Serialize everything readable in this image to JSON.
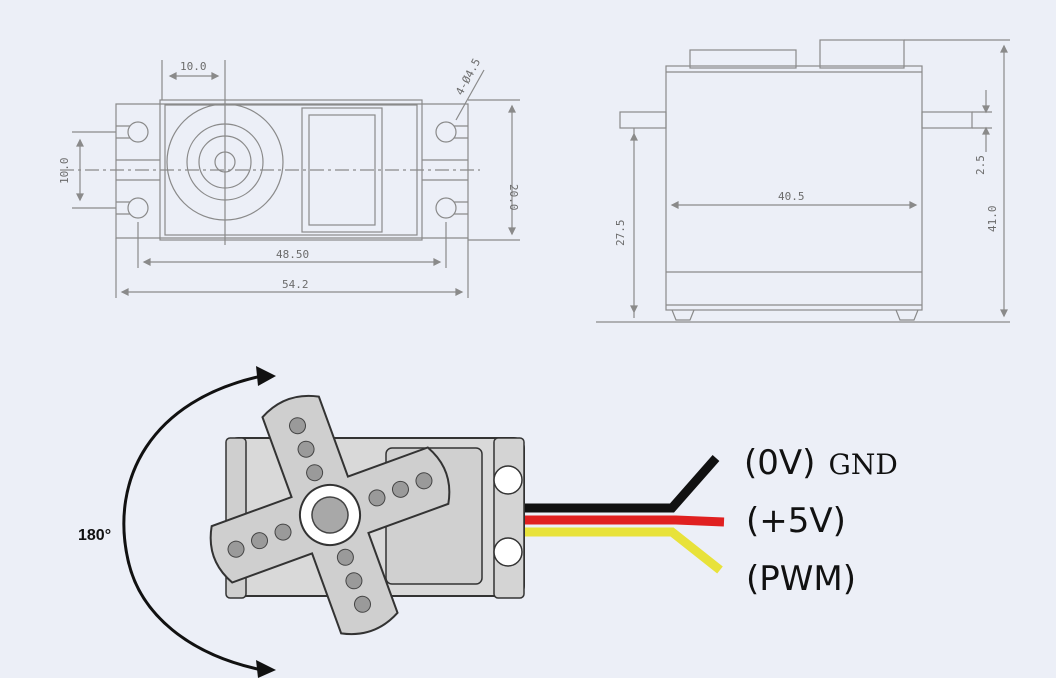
{
  "top_view": {
    "dim_horn_offset": "10.0",
    "dim_hole_spec": "4-Ø4.5",
    "dim_left_height": "10.0",
    "dim_right_height": "20.0",
    "dim_inner_width": "48.50",
    "dim_overall_width": "54.2"
  },
  "side_view": {
    "dim_body_width": "40.5",
    "dim_flange_height": "27.5",
    "dim_tab_thickness": "2.5",
    "dim_total_height": "41.0"
  },
  "wiring": {
    "rotation_label": "180°",
    "gnd_prefix": "(0V)",
    "gnd_word": "GND",
    "vcc_label": "(+5V)",
    "pwm_label": "(PWM)",
    "colors": {
      "gnd": "#111111",
      "vcc": "#e02020",
      "pwm": "#e8e23a"
    }
  }
}
